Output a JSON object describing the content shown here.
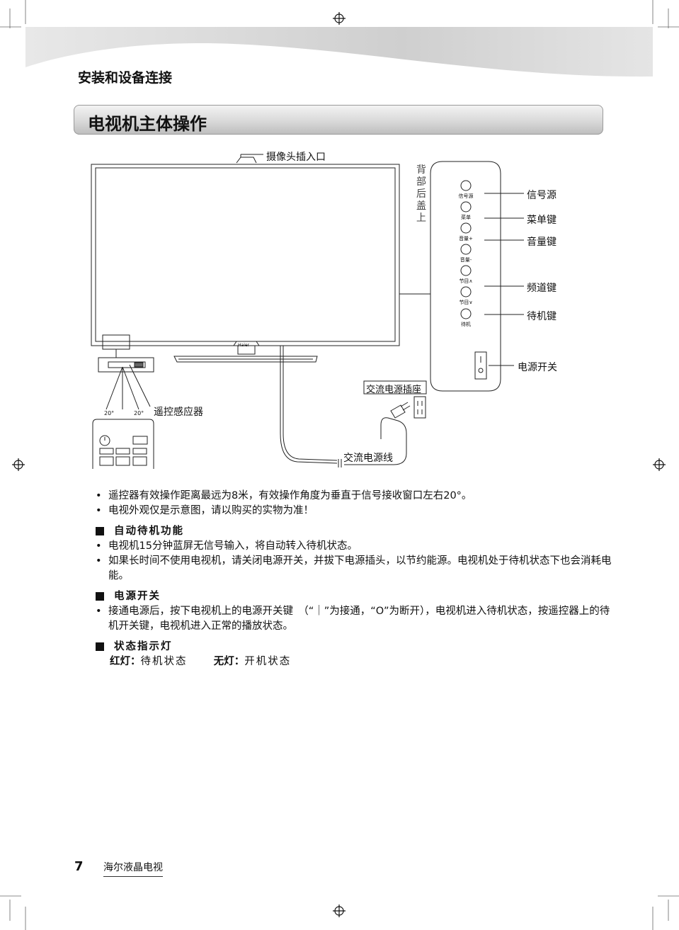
{
  "header": {
    "section": "安装和设备连接",
    "title": "电视机主体操作"
  },
  "diagram": {
    "camera_label": "摄像头插入口",
    "back_cover_chars": [
      "背",
      "部",
      "后",
      "盖",
      "上"
    ],
    "panel_buttons": [
      "信号源",
      "菜单",
      "音量+",
      "音量-",
      "节目∧",
      "节目∨",
      "待机"
    ],
    "callouts": [
      "信号源",
      "菜单键",
      "音量键",
      "频道键",
      "待机键",
      "电源开关"
    ],
    "switch_on": "|",
    "switch_off": "0",
    "ac_socket_label": "交流电源插座",
    "ac_cord_label": "交流电源线",
    "sensor_label": "遥控感应器",
    "angle_left": "20°",
    "angle_right": "20°"
  },
  "notes": [
    "遥控器有效操作距离最远为8米，有效操作角度为垂直于信号接收窗口左右20°。",
    "电视外观仅是示意图，请以购买的实物为准！"
  ],
  "sections": [
    {
      "heading": "自动待机功能",
      "items": [
        "电视机15分钟蓝屏无信号输入，将自动转入待机状态。",
        "如果长时间不使用电视机，请关闭电源开关，并拔下电源插头，以节约能源。电视机处于待机状态下也会消耗电能。"
      ]
    },
    {
      "heading": "电源开关",
      "items": [
        "接通电源后，按下电视机上的电源开关键　（“｜”为接通，“O”为断开），电视机进入待机状态，按遥控器上的待机开关键，电视机进入正常的播放状态。"
      ]
    },
    {
      "heading": "状态指示灯",
      "indicator": {
        "red_label": "红灯：",
        "red_value": "待机状态",
        "none_label": "无灯：",
        "none_value": "开机状态"
      }
    }
  ],
  "footer": {
    "page_number": "7",
    "product": "海尔液晶电视"
  }
}
